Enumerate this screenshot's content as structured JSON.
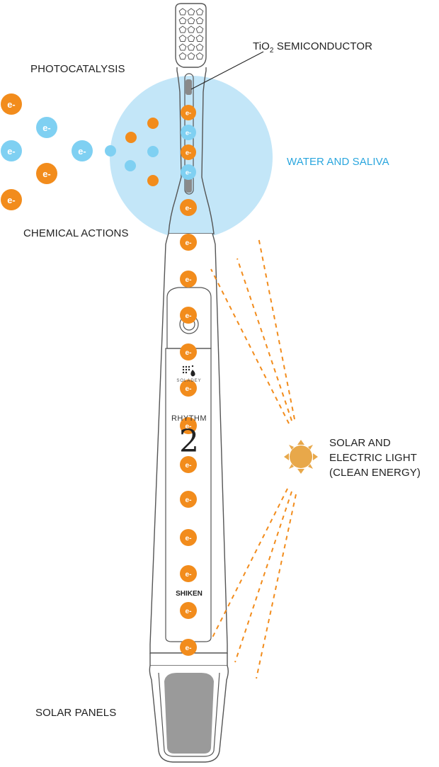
{
  "labels": {
    "photocatalysis": "PHOTOCATALYSIS",
    "tio2_prefix": "TiO",
    "tio2_sub": "2",
    "tio2_suffix": " SEMICONDUCTOR",
    "water_saliva": "WATER AND SALIVA",
    "chemical_actions": "CHEMICAL ACTIONS",
    "solar_line1": "SOLAR AND",
    "solar_line2": "ELECTRIC LIGHT",
    "solar_line3": "(CLEAN ENERGY)",
    "solar_panels": "SOLAR PANELS"
  },
  "toothbrush": {
    "brand_small": "SOLADEY",
    "model": "RHYTHM",
    "model_number": "2",
    "maker": "SHIKEN"
  },
  "electron_label": "e-",
  "colors": {
    "orange": "#f28c1c",
    "blue": "#7fd0f2",
    "water": "#c3e6f8",
    "sun": "#e8a84a",
    "ray": "#f28c1c",
    "outline": "#555555",
    "label_blue": "#2aa6de"
  }
}
